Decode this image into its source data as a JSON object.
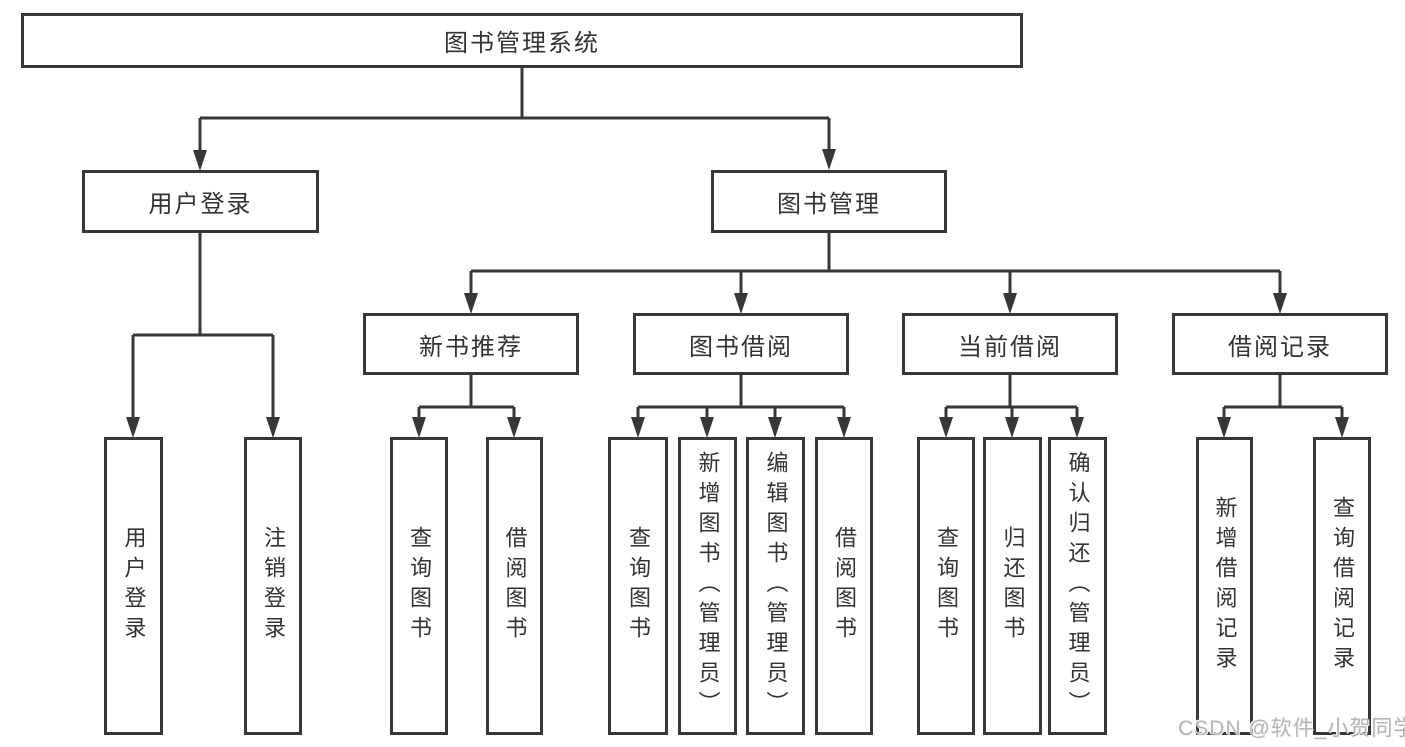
{
  "diagram": {
    "root": "图书管理系统",
    "level2": [
      "用户登录",
      "图书管理"
    ],
    "level3": [
      "新书推荐",
      "图书借阅",
      "当前借阅",
      "借阅记录"
    ],
    "leaves": {
      "login": [
        "用户登录",
        "注销登录"
      ],
      "recommend": [
        "查询图书",
        "借阅图书"
      ],
      "borrow": [
        "查询图书",
        "新增图书（管理员）",
        "编辑图书（管理员）",
        "借阅图书"
      ],
      "current": [
        "查询图书",
        "归还图书",
        "确认归还（管理员）"
      ],
      "records": [
        "新增借阅记录",
        "查询借阅记录"
      ]
    }
  },
  "watermark": "CSDN @软件_小贺同学",
  "colors": {
    "line": "#373737",
    "text": "#333333",
    "box_bg": "#ffffff",
    "watermark": "#b4b4b4"
  }
}
